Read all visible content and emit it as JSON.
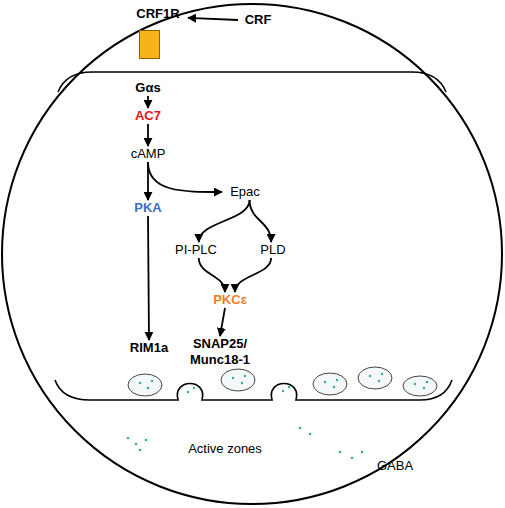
{
  "diagram": {
    "nodes": [
      {
        "text": [
          "CRF1R"
        ]
      },
      {
        "text": [
          "CRF"
        ]
      },
      {
        "text": [
          "Gαs"
        ]
      },
      {
        "text": [
          "AC7"
        ]
      },
      {
        "text": [
          "cAMP"
        ]
      },
      {
        "text": [
          "PKA"
        ]
      },
      {
        "text": [
          "Epac"
        ]
      },
      {
        "text": [
          "PI-PLC"
        ]
      },
      {
        "text": [
          "PLD"
        ]
      },
      {
        "text": [
          "PKCε"
        ]
      },
      {
        "text": [
          "RIM1a"
        ]
      },
      {
        "text": [
          "SNAP25/ Munc18-1"
        ]
      }
    ],
    "edges": [
      {
        "from": 1,
        "to": 0,
        "arrow": "to"
      },
      {
        "from": 2,
        "to": 3,
        "arrow": "to"
      },
      {
        "from": 3,
        "to": 4,
        "arrow": "to"
      },
      {
        "from": 4,
        "to": 5,
        "arrow": "to"
      },
      {
        "from": 4,
        "to": 6,
        "arrow": "to"
      },
      {
        "from": 6,
        "to": 7,
        "arrow": "to"
      },
      {
        "from": 6,
        "to": 8,
        "arrow": "to"
      },
      {
        "from": 7,
        "to": 9,
        "arrow": "to"
      },
      {
        "from": 8,
        "to": 9,
        "arrow": "to"
      },
      {
        "from": 9,
        "to": 11,
        "arrow": "to"
      },
      {
        "from": 5,
        "to": 10,
        "arrow": "to"
      }
    ],
    "labels": [
      "Active zones",
      "GABA"
    ]
  }
}
